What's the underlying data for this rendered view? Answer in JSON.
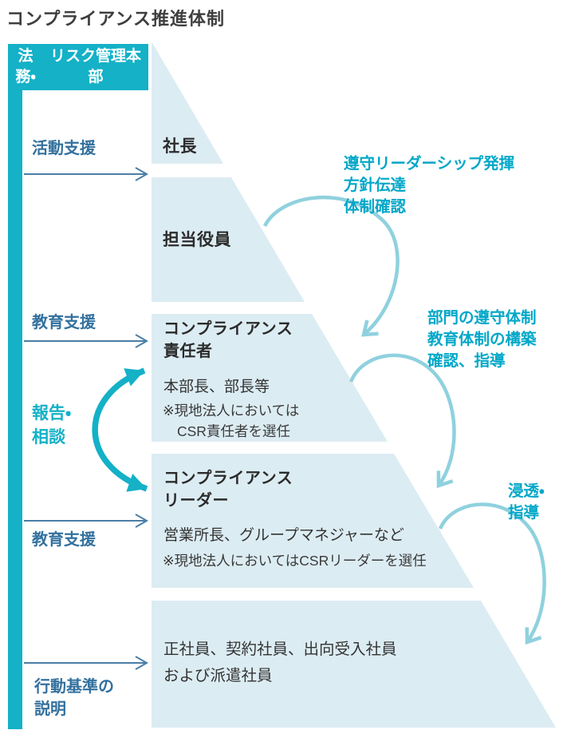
{
  "title": "コンプライアンス推進体制",
  "legal_hq": {
    "line1": "法務・",
    "line2": "リスク管理本部"
  },
  "left_labels": {
    "activity_support": "活動支援",
    "education_support_1": "教育支援",
    "report_line1": "報告・",
    "report_line2": "相談",
    "education_support_2": "教育支援",
    "conduct_line1": "行動基準の",
    "conduct_line2": "説明"
  },
  "pyramid": {
    "levels": [
      {
        "title": "社長"
      },
      {
        "title": "担当役員"
      },
      {
        "title_line1": "コンプライアンス",
        "title_line2": "責任者",
        "body": "本部長、部長等",
        "note_line1": "※現地法人においては",
        "note_line2": "CSR責任者を選任"
      },
      {
        "title_line1": "コンプライアンス",
        "title_line2": "リーダー",
        "body": "営業所長、グループマネジャーなど",
        "note": "※現地法人においてはCSRリーダーを選任"
      },
      {
        "body_line1": "正社員、契約社員、出向受入社員",
        "body_line2": "および派遣社員"
      }
    ]
  },
  "annotations": {
    "leadership": {
      "line1": "遵守リーダーシップ発揮",
      "line2": "方針伝達",
      "line3": "体制確認"
    },
    "department": {
      "line1": "部門の遵守体制",
      "line2": "教育体制の構築",
      "line3": "確認、指導"
    },
    "penetration": {
      "line1": "浸透・",
      "line2": "指導"
    }
  },
  "colors": {
    "teal": "#14b1c7",
    "annotation_teal": "#00a7c8",
    "arc_teal": "#8fd1de",
    "band_fill": "#dcecf3",
    "label_blue": "#33719e",
    "arrow_blue": "#4b7ea6",
    "text_dark": "#2b2b2b"
  }
}
